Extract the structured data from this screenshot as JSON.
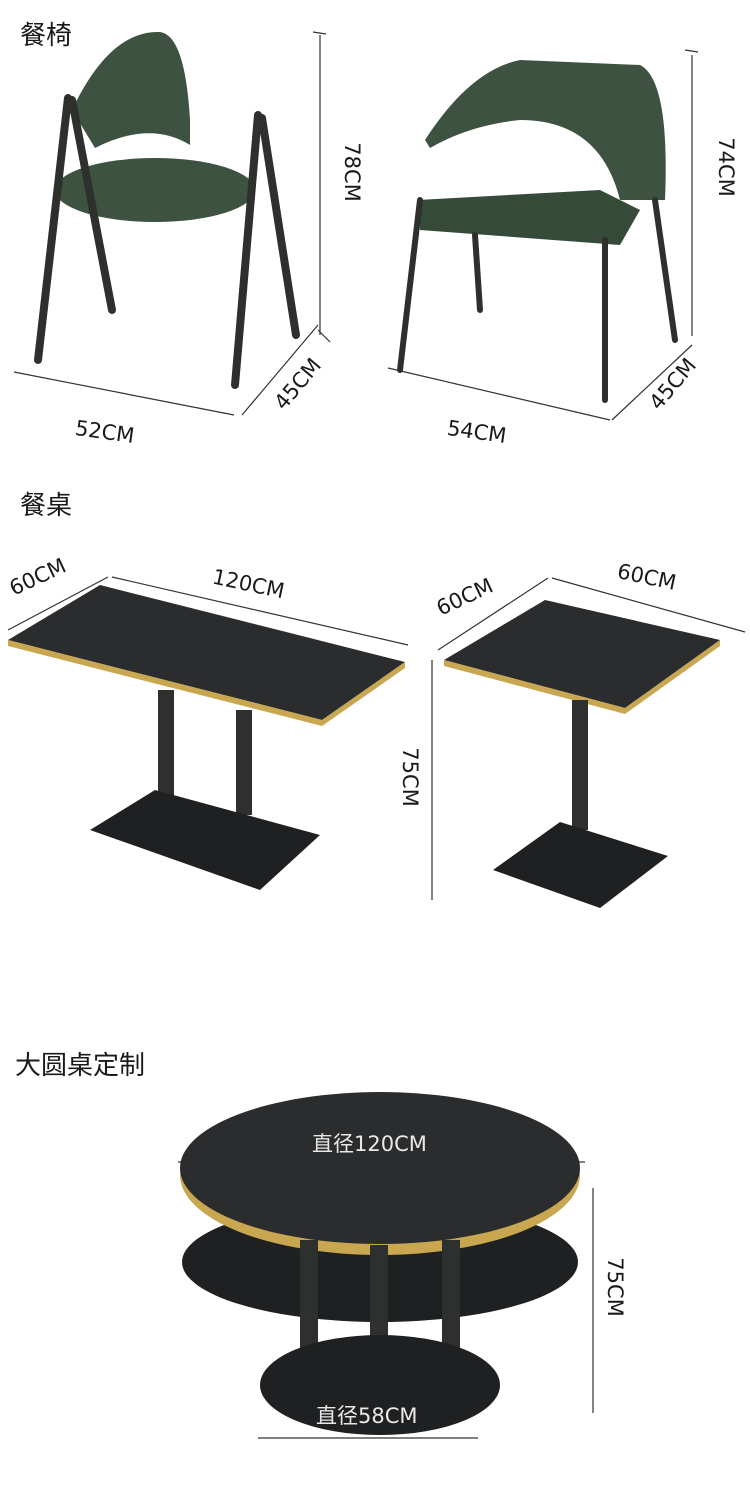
{
  "sections": {
    "chairs": {
      "title": "餐椅",
      "chair_a": {
        "height": "78CM",
        "width": "52CM",
        "depth": "45CM"
      },
      "chair_b": {
        "height": "74CM",
        "width": "54CM",
        "depth": "45CM"
      }
    },
    "tables": {
      "title": "餐桌",
      "rect_table": {
        "depth": "60CM",
        "length": "120CM",
        "height": "75CM"
      },
      "square_table": {
        "depth": "60CM",
        "width": "60CM"
      }
    },
    "round_table": {
      "title": "大圆桌定制",
      "top_diameter": "直径120CM",
      "base_diameter": "直径58CM",
      "height": "75CM"
    }
  },
  "colors": {
    "upholstery": "#3d5240",
    "frame": "#2e302e",
    "tabletop": "#2a2c2e",
    "gold_edge": "#c9a650"
  }
}
